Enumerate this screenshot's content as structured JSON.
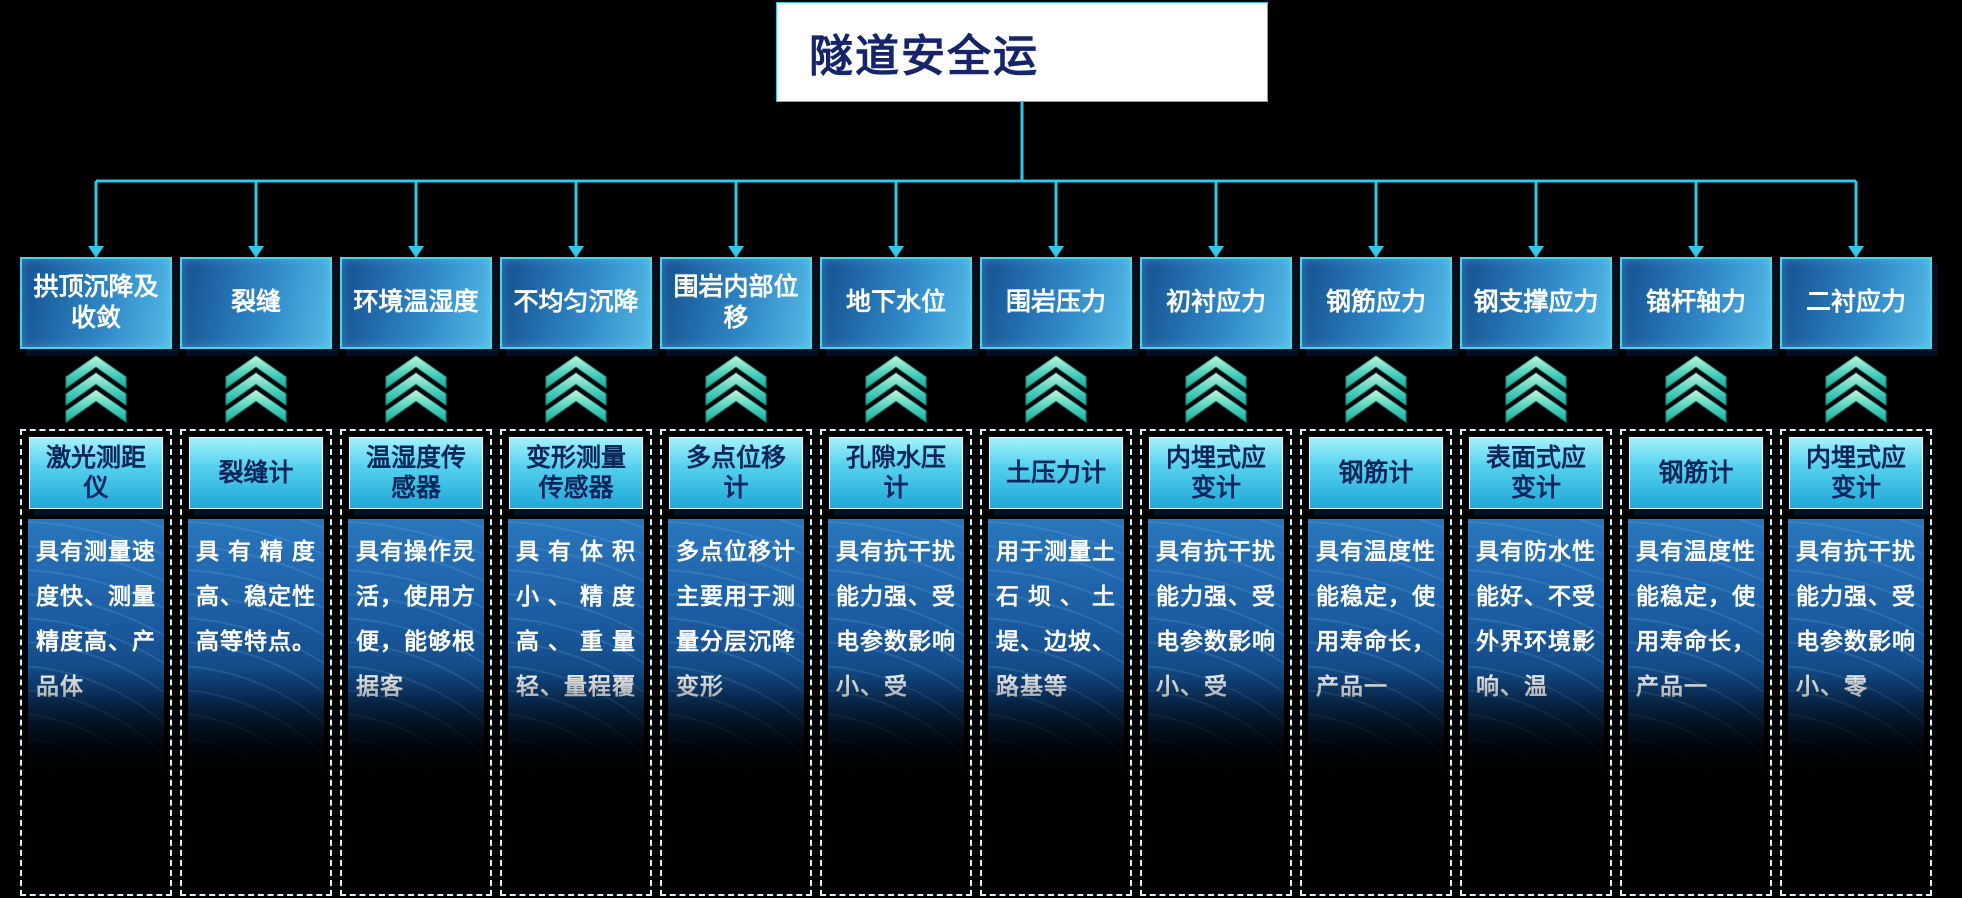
{
  "title": "隧道安全运",
  "icons": {
    "up_chevrons": "triple-chevron-up"
  },
  "colors": {
    "connector_cyan": "#2ec9e9",
    "category_blue": "#2f86c6",
    "header_cyan": "#56d2ee",
    "chevron_teal": "#17a89c",
    "title_text": "#15246b",
    "background": "#000000"
  },
  "columns": [
    {
      "category": "拱顶沉降及收敛",
      "instrument": "激光测距仪",
      "description": "具有测量速度快、测量精度高、产品体"
    },
    {
      "category": "裂缝",
      "instrument": "裂缝计",
      "description": "具有精度高、稳定性高等特点。"
    },
    {
      "category": "环境温湿度",
      "instrument": "温湿度传感器",
      "description": "具有操作灵活，使用方便，能够根据客"
    },
    {
      "category": "不均匀沉降",
      "instrument": "变形测量传感器",
      "description": "具有体积小、精度高、重量轻、量程覆"
    },
    {
      "category": "围岩内部位移",
      "instrument": "多点位移计",
      "description": "多点位移计主要用于测量分层沉降变形"
    },
    {
      "category": "地下水位",
      "instrument": "孔隙水压计",
      "description": "具有抗干扰能力强、受电参数影响小、受"
    },
    {
      "category": "围岩压力",
      "instrument": "土压力计",
      "description": "用于测量土石坝、土堤、边坡、路基等"
    },
    {
      "category": "初衬应力",
      "instrument": "内埋式应变计",
      "description": "具有抗干扰能力强、受电参数影响小、受"
    },
    {
      "category": "钢筋应力",
      "instrument": "钢筋计",
      "description": "具有温度性能稳定，使用寿命长，产品一"
    },
    {
      "category": "钢支撑应力",
      "instrument": "表面式应变计",
      "description": "具有防水性能好、不受外界环境影响、温"
    },
    {
      "category": "锚杆轴力",
      "instrument": "钢筋计",
      "description": "具有温度性能稳定，使用寿命长，产品一"
    },
    {
      "category": "二衬应力",
      "instrument": "内埋式应变计",
      "description": "具有抗干扰能力强、受电参数影响小、零"
    }
  ]
}
